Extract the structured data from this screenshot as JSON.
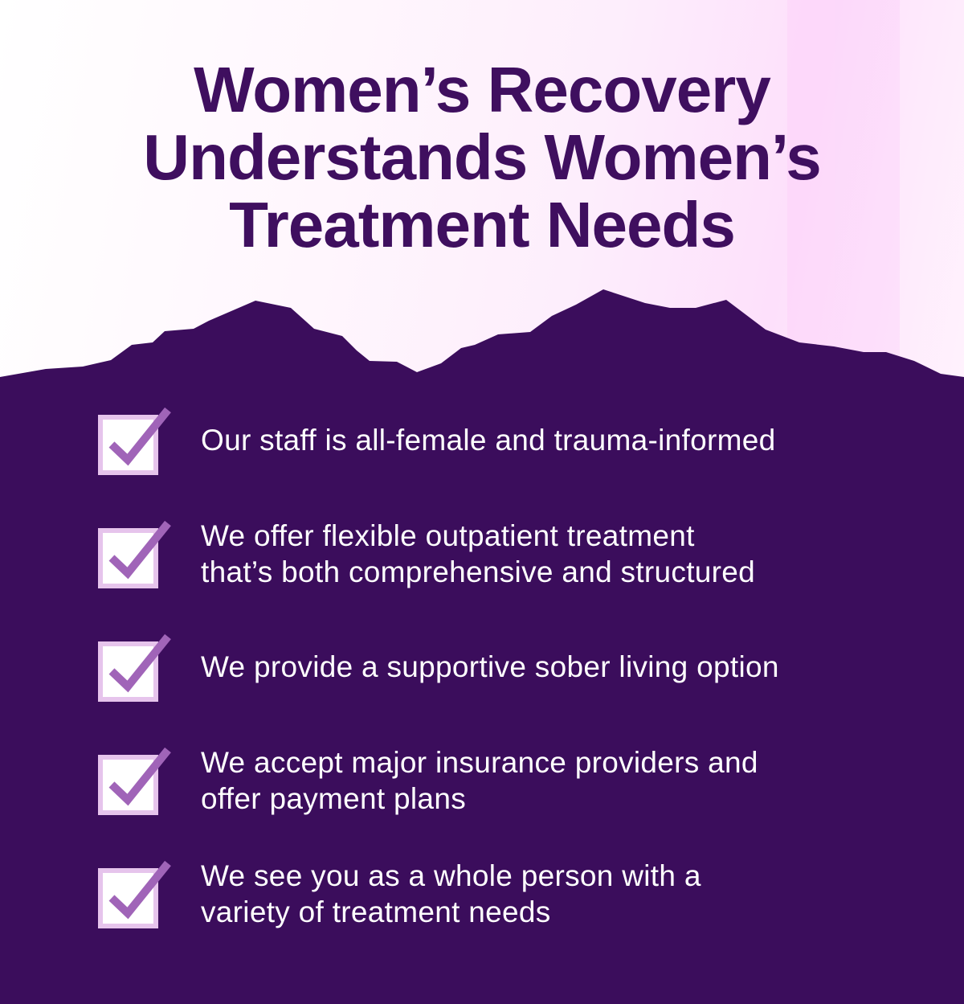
{
  "title": [
    "Women’s Recovery",
    "Understands Women’s",
    "Treatment Needs"
  ],
  "colors": {
    "background": "#3b0d5c",
    "title": "#3f0f5f",
    "check": "#a064b8",
    "box_border": "#e6c4ec"
  },
  "items": [
    {
      "icon": "checkbox-checked-icon",
      "text": [
        "Our staff is all-female and trauma-informed"
      ]
    },
    {
      "icon": "checkbox-checked-icon",
      "text": [
        "We offer flexible outpatient treatment",
        "that’s both comprehensive and structured"
      ]
    },
    {
      "icon": "checkbox-checked-icon",
      "text": [
        "We provide a supportive sober living option"
      ]
    },
    {
      "icon": "checkbox-checked-icon",
      "text": [
        "We accept major insurance providers and",
        "offer payment plans"
      ]
    },
    {
      "icon": "checkbox-checked-icon",
      "text": [
        "We see you as a whole person with a",
        "variety of treatment needs"
      ]
    }
  ]
}
